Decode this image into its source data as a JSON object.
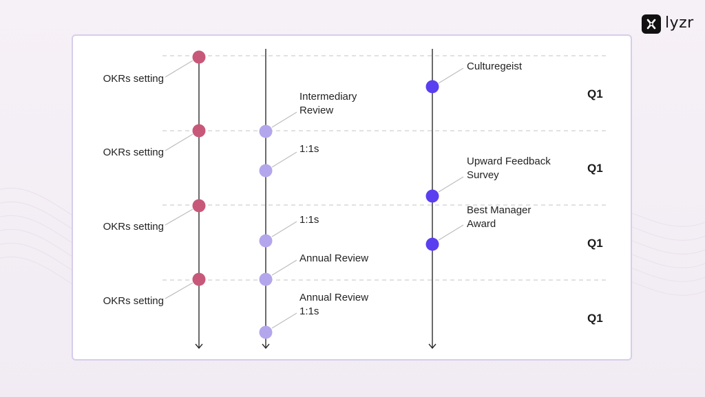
{
  "brand": {
    "name": "lyzr"
  },
  "colors": {
    "okr_node": "#c8587a",
    "review_node": "#b4a6ec",
    "culture_node": "#5a3ff0",
    "axis_line": "#2a2a2a",
    "divider": "#cfcfcf",
    "card_border": "#d6cdea"
  },
  "diagram": {
    "okr_column": {
      "items": [
        {
          "label": "OKRs setting"
        },
        {
          "label": "OKRs setting"
        },
        {
          "label": "OKRs setting"
        },
        {
          "label": "OKRs setting"
        }
      ]
    },
    "review_column": {
      "items": [
        {
          "label": "Intermediary\nReview"
        },
        {
          "label": "1:1s"
        },
        {
          "label": "1:1s"
        },
        {
          "label": "Annual Review"
        },
        {
          "label": "Annual Review\n1:1s"
        }
      ]
    },
    "culture_column": {
      "items": [
        {
          "label": "Culturegeist"
        },
        {
          "label": "Upward Feedback\nSurvey"
        },
        {
          "label": "Best Manager\nAward"
        }
      ]
    },
    "quarters": [
      "Q1",
      "Q1",
      "Q1",
      "Q1"
    ]
  }
}
